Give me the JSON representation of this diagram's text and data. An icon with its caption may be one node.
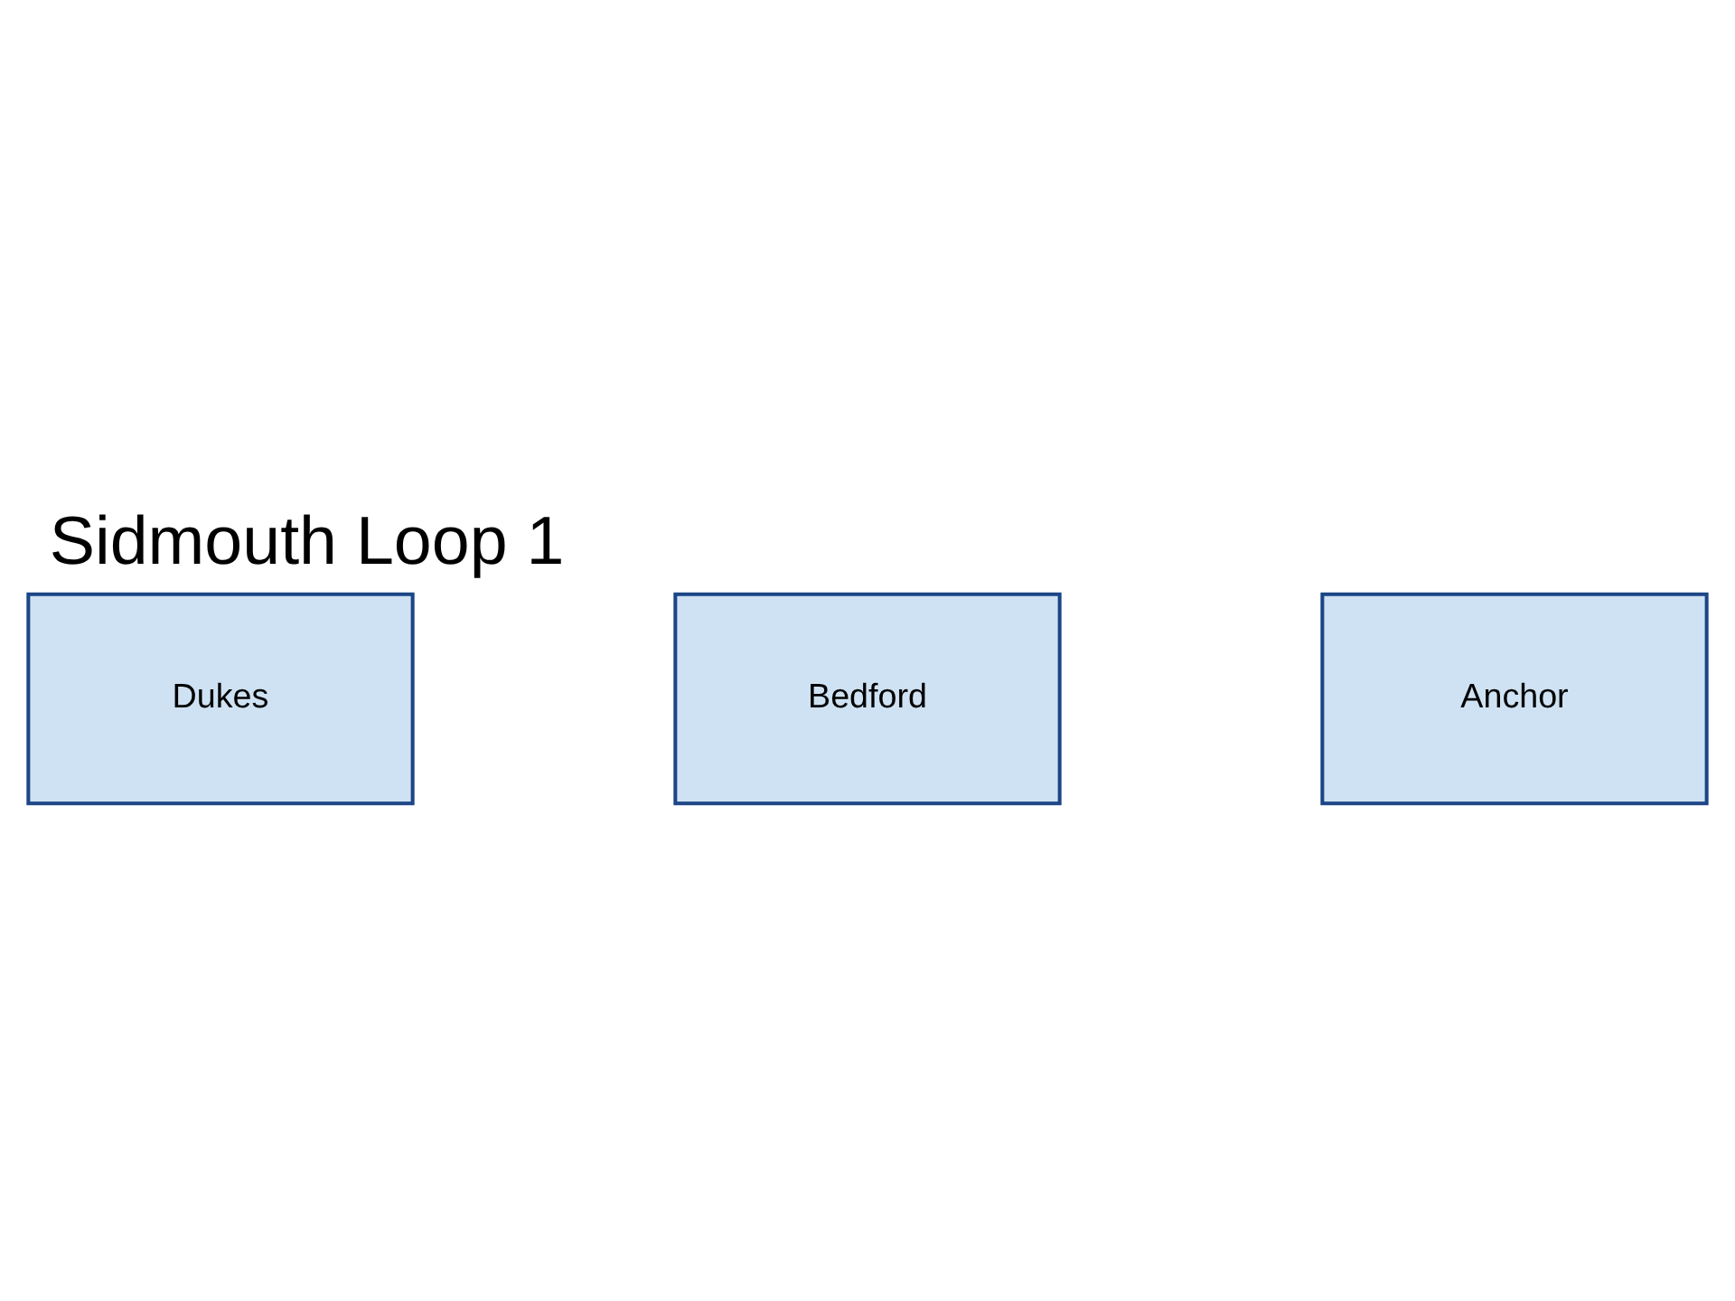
{
  "diagram": {
    "title": "Sidmouth Loop 1",
    "nodes": [
      {
        "text": [
          "Dukes"
        ]
      },
      {
        "text": [
          "Bedford"
        ]
      },
      {
        "text": [
          "Anchor"
        ]
      }
    ]
  }
}
